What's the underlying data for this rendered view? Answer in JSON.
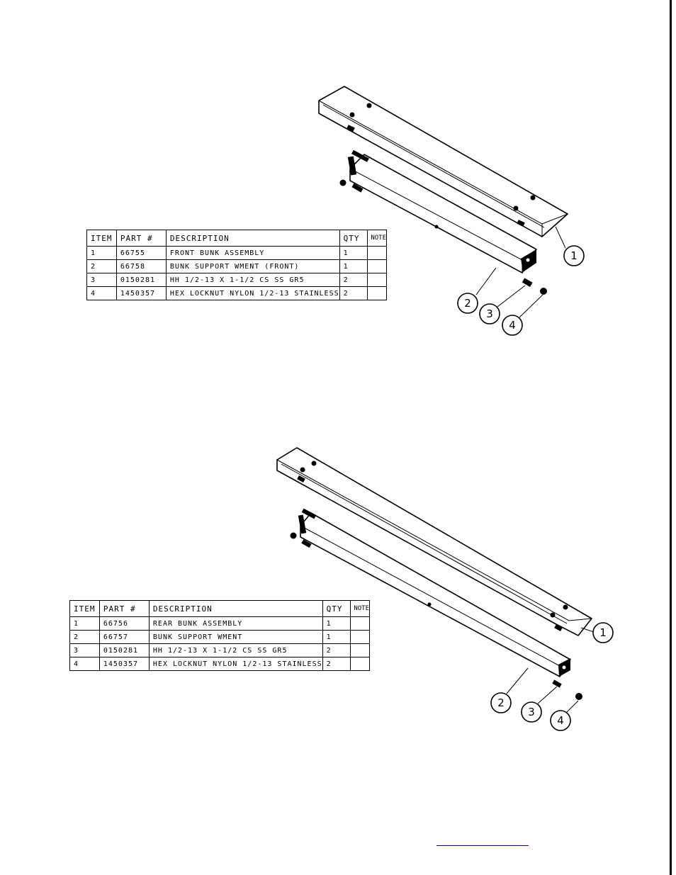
{
  "front_assembly": {
    "bom_headers": {
      "item": "ITEM",
      "part": "PART #",
      "description": "DESCRIPTION",
      "qty": "QTY",
      "note": "NOTE"
    },
    "bom_rows": [
      {
        "item": "1",
        "part": "66755",
        "description": "FRONT BUNK ASSEMBLY",
        "qty": "1",
        "note": ""
      },
      {
        "item": "2",
        "part": "66758",
        "description": "BUNK SUPPORT WMENT (FRONT)",
        "qty": "1",
        "note": ""
      },
      {
        "item": "3",
        "part": "0150281",
        "description": "HH 1/2-13 X 1-1/2 CS SS GR5",
        "qty": "2",
        "note": ""
      },
      {
        "item": "4",
        "part": "1450357",
        "description": "HEX LOCKNUT NYLON 1/2-13 STAINLESS",
        "qty": "2",
        "note": ""
      }
    ],
    "balloons": [
      "1",
      "2",
      "3",
      "4"
    ]
  },
  "rear_assembly": {
    "bom_headers": {
      "item": "ITEM",
      "part": "PART #",
      "description": "DESCRIPTION",
      "qty": "QTY",
      "note": "NOTE"
    },
    "bom_rows": [
      {
        "item": "1",
        "part": "66756",
        "description": "REAR BUNK ASSEMBLY",
        "qty": "1",
        "note": ""
      },
      {
        "item": "2",
        "part": "66757",
        "description": "BUNK SUPPORT WMENT",
        "qty": "1",
        "note": ""
      },
      {
        "item": "3",
        "part": "0150281",
        "description": "HH 1/2-13 X 1-1/2 CS SS GR5",
        "qty": "2",
        "note": ""
      },
      {
        "item": "4",
        "part": "1450357",
        "description": "HEX LOCKNUT NYLON 1/2-13 STAINLESS",
        "qty": "2",
        "note": ""
      }
    ],
    "balloons": [
      "1",
      "2",
      "3",
      "4"
    ]
  },
  "colors": {
    "line": "#000000",
    "link": "#0000ee"
  }
}
